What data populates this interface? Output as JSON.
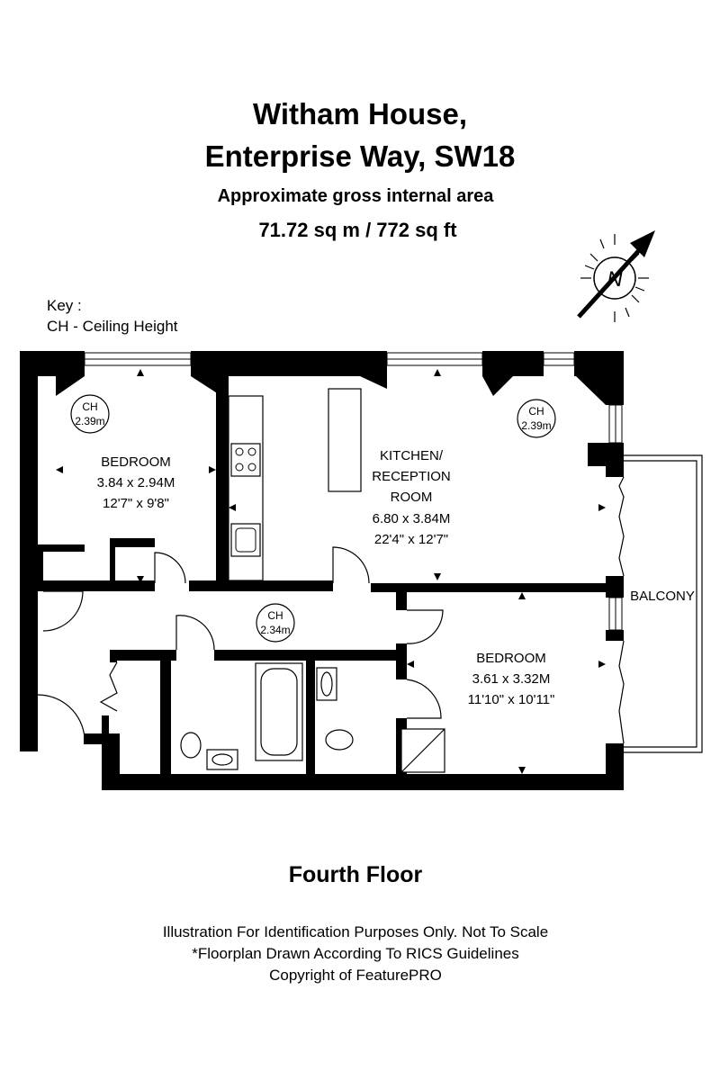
{
  "header": {
    "title_line1": "Witham House,",
    "title_line2": "Enterprise Way, SW18",
    "area_label": "Approximate gross internal area",
    "area_value": "71.72 sq m /  772 sq ft"
  },
  "key": {
    "title": "Key :",
    "entry": "CH - Ceiling Height"
  },
  "compass": {
    "letter": "N"
  },
  "rooms": {
    "bedroom1": {
      "name": "BEDROOM",
      "metric": "3.84 x 2.94M",
      "imperial": "12'7\" x 9'8\""
    },
    "kitchen": {
      "name_line1": "KITCHEN/",
      "name_line2": "RECEPTION",
      "name_line3": "ROOM",
      "metric": "6.80 x 3.84M",
      "imperial": "22'4\" x 12'7\""
    },
    "bedroom2": {
      "name": "BEDROOM",
      "metric": "3.61 x 3.32M",
      "imperial": "11'10\" x 10'11\""
    },
    "balcony": {
      "name": "BALCONY"
    }
  },
  "ceiling_heights": {
    "bedroom1": {
      "label": "CH",
      "value": "2.39m"
    },
    "kitchen": {
      "label": "CH",
      "value": "2.39m"
    },
    "hall": {
      "label": "CH",
      "value": "2.34m"
    }
  },
  "floor": {
    "title": "Fourth Floor"
  },
  "footer": {
    "line1": "Illustration For Identification Purposes Only. Not To Scale",
    "line2": "*Floorplan Drawn According To RICS Guidelines",
    "line3": "Copyright of FeaturePRO"
  }
}
